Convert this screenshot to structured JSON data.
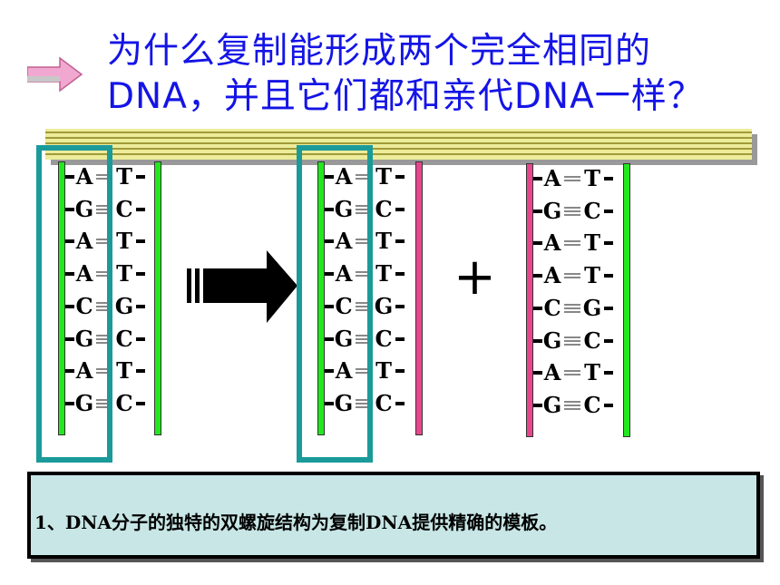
{
  "title": {
    "line1": "为什么复制能形成两个完全相同的",
    "line2": "DNA，并且它们都和亲代DNA一样？"
  },
  "colors": {
    "title": "#1414e6",
    "old_strand": "#22e81e",
    "new_strand": "#e8468c",
    "highlight_box": "#1b9a9a",
    "conclusion_background": "#c8e6e6"
  },
  "dna": {
    "pairs": [
      {
        "left": "A",
        "right": "T"
      },
      {
        "left": "G",
        "right": "C"
      },
      {
        "left": "A",
        "right": "T"
      },
      {
        "left": "A",
        "right": "T"
      },
      {
        "left": "C",
        "right": "G"
      },
      {
        "left": "G",
        "right": "C"
      },
      {
        "left": "A",
        "right": "T"
      },
      {
        "left": "G",
        "right": "C"
      }
    ],
    "parent": {
      "left_strand": "old",
      "right_strand": "old"
    },
    "daughter1": {
      "left_strand": "old",
      "right_strand": "new"
    },
    "daughter2": {
      "left_strand": "new",
      "right_strand": "old"
    }
  },
  "plus_symbol": "+",
  "conclusion": "1、DNA分子的独特的双螺旋结构为复制DNA提供精确的模板。"
}
